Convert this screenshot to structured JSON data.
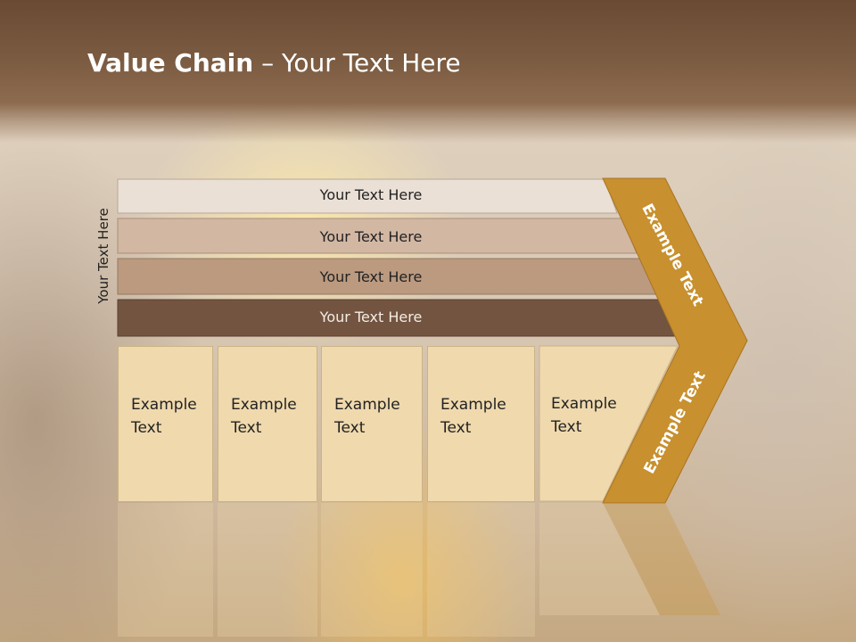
{
  "title": {
    "bold": "Value Chain",
    "rest": " – Your Text Here"
  },
  "side_label": "Your Text Here",
  "rows": [
    {
      "label": "Your Text Here",
      "color": "#eae0d6",
      "text_color": "#222222"
    },
    {
      "label": "Your Text Here",
      "color": "#d2b7a3",
      "text_color": "#222222"
    },
    {
      "label": "Your Text Here",
      "color": "#bb9a80",
      "text_color": "#222222"
    },
    {
      "label": "Your Text Here",
      "color": "#725440",
      "text_color": "#f4ece4"
    }
  ],
  "boxes": [
    {
      "label": "Example\nText"
    },
    {
      "label": "Example\nText"
    },
    {
      "label": "Example\nText"
    },
    {
      "label": "Example\nText"
    },
    {
      "label": "Example\nText"
    }
  ],
  "chevron": {
    "upper_label": "Example Text",
    "lower_label": "Example Text",
    "color": "#c8902e"
  }
}
